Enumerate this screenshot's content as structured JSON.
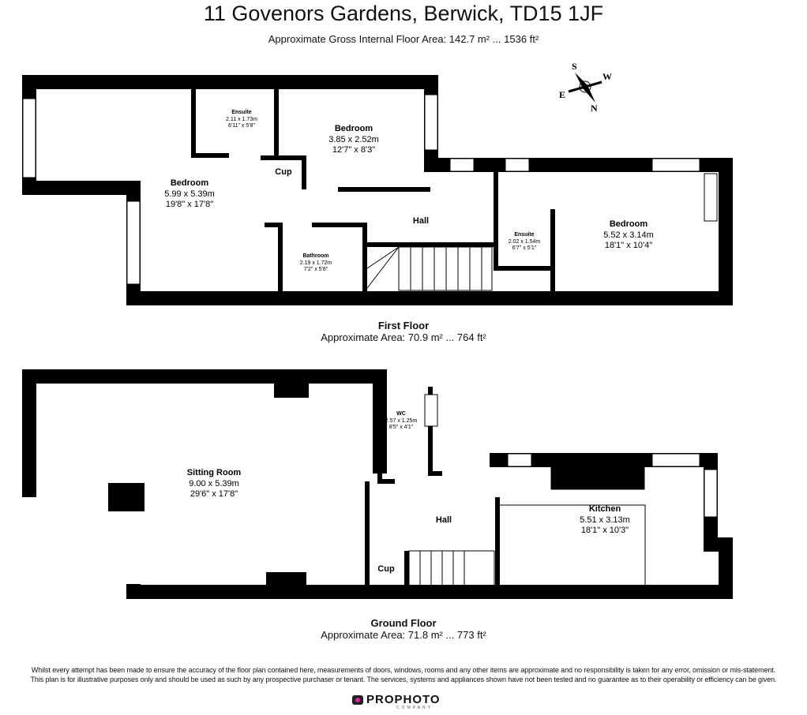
{
  "title": "11 Govenors Gardens, Berwick, TD15 1JF",
  "gross_area": "Approximate Gross Internal Floor Area: 142.7 m² ... 1536 ft²",
  "compass": {
    "s": "S",
    "w": "W",
    "e": "E",
    "n": "N"
  },
  "first_floor": {
    "name": "First Floor",
    "area": "Approximate Area: 70.9 m² ... 764 ft²",
    "rooms": [
      {
        "label": "Bedroom",
        "metric": "5.99 x 5.39m",
        "imperial": "19'8\" x 17'8\""
      },
      {
        "label": "Ensuite",
        "metric": "2.11 x 1.73m",
        "imperial": "6'11\" x 5'8\""
      },
      {
        "label": "Bedroom",
        "metric": "3.85 x 2.52m",
        "imperial": "12'7\" x 8'3\""
      },
      {
        "label": "Cup"
      },
      {
        "label": "Hall"
      },
      {
        "label": "Bathroom",
        "metric": "2.19 x 1.72m",
        "imperial": "7'2\" x 5'8\""
      },
      {
        "label": "Ensuite",
        "metric": "2.02 x 1.54m",
        "imperial": "6'7\" x 5'1\""
      },
      {
        "label": "Bedroom",
        "metric": "5.52 x 3.14m",
        "imperial": "18'1\" x 10'4\""
      }
    ]
  },
  "ground_floor": {
    "name": "Ground Floor",
    "area": "Approximate Area: 71.8 m² ... 773 ft²",
    "rooms": [
      {
        "label": "Sitting Room",
        "metric": "9.00 x 5.39m",
        "imperial": "29'6\" x 17'8\""
      },
      {
        "label": "WC",
        "metric": "2.57 x 1.25m",
        "imperial": "8'5\" x 4'1\""
      },
      {
        "label": "Hall"
      },
      {
        "label": "Cup"
      },
      {
        "label": "Kitchen",
        "metric": "5.51 x 3.13m",
        "imperial": "18'1\" x 10'3\""
      }
    ]
  },
  "disclaimer": [
    "Whilst every attempt has been made to ensure the accuracy of the floor plan contained here, measurements of doors, windows, rooms and any other items are approximate and no responsibility is taken for any error, omission or mis-statement.",
    "This plan is for illustrative purposes only and should be used as such by any prospective purchaser or tenant. The services, systems and appliances shown have not been tested and no guarantee as to their operability or efficiency can be given."
  ],
  "logo": {
    "name": "PROPHOTO",
    "sub": "COMPANY"
  }
}
